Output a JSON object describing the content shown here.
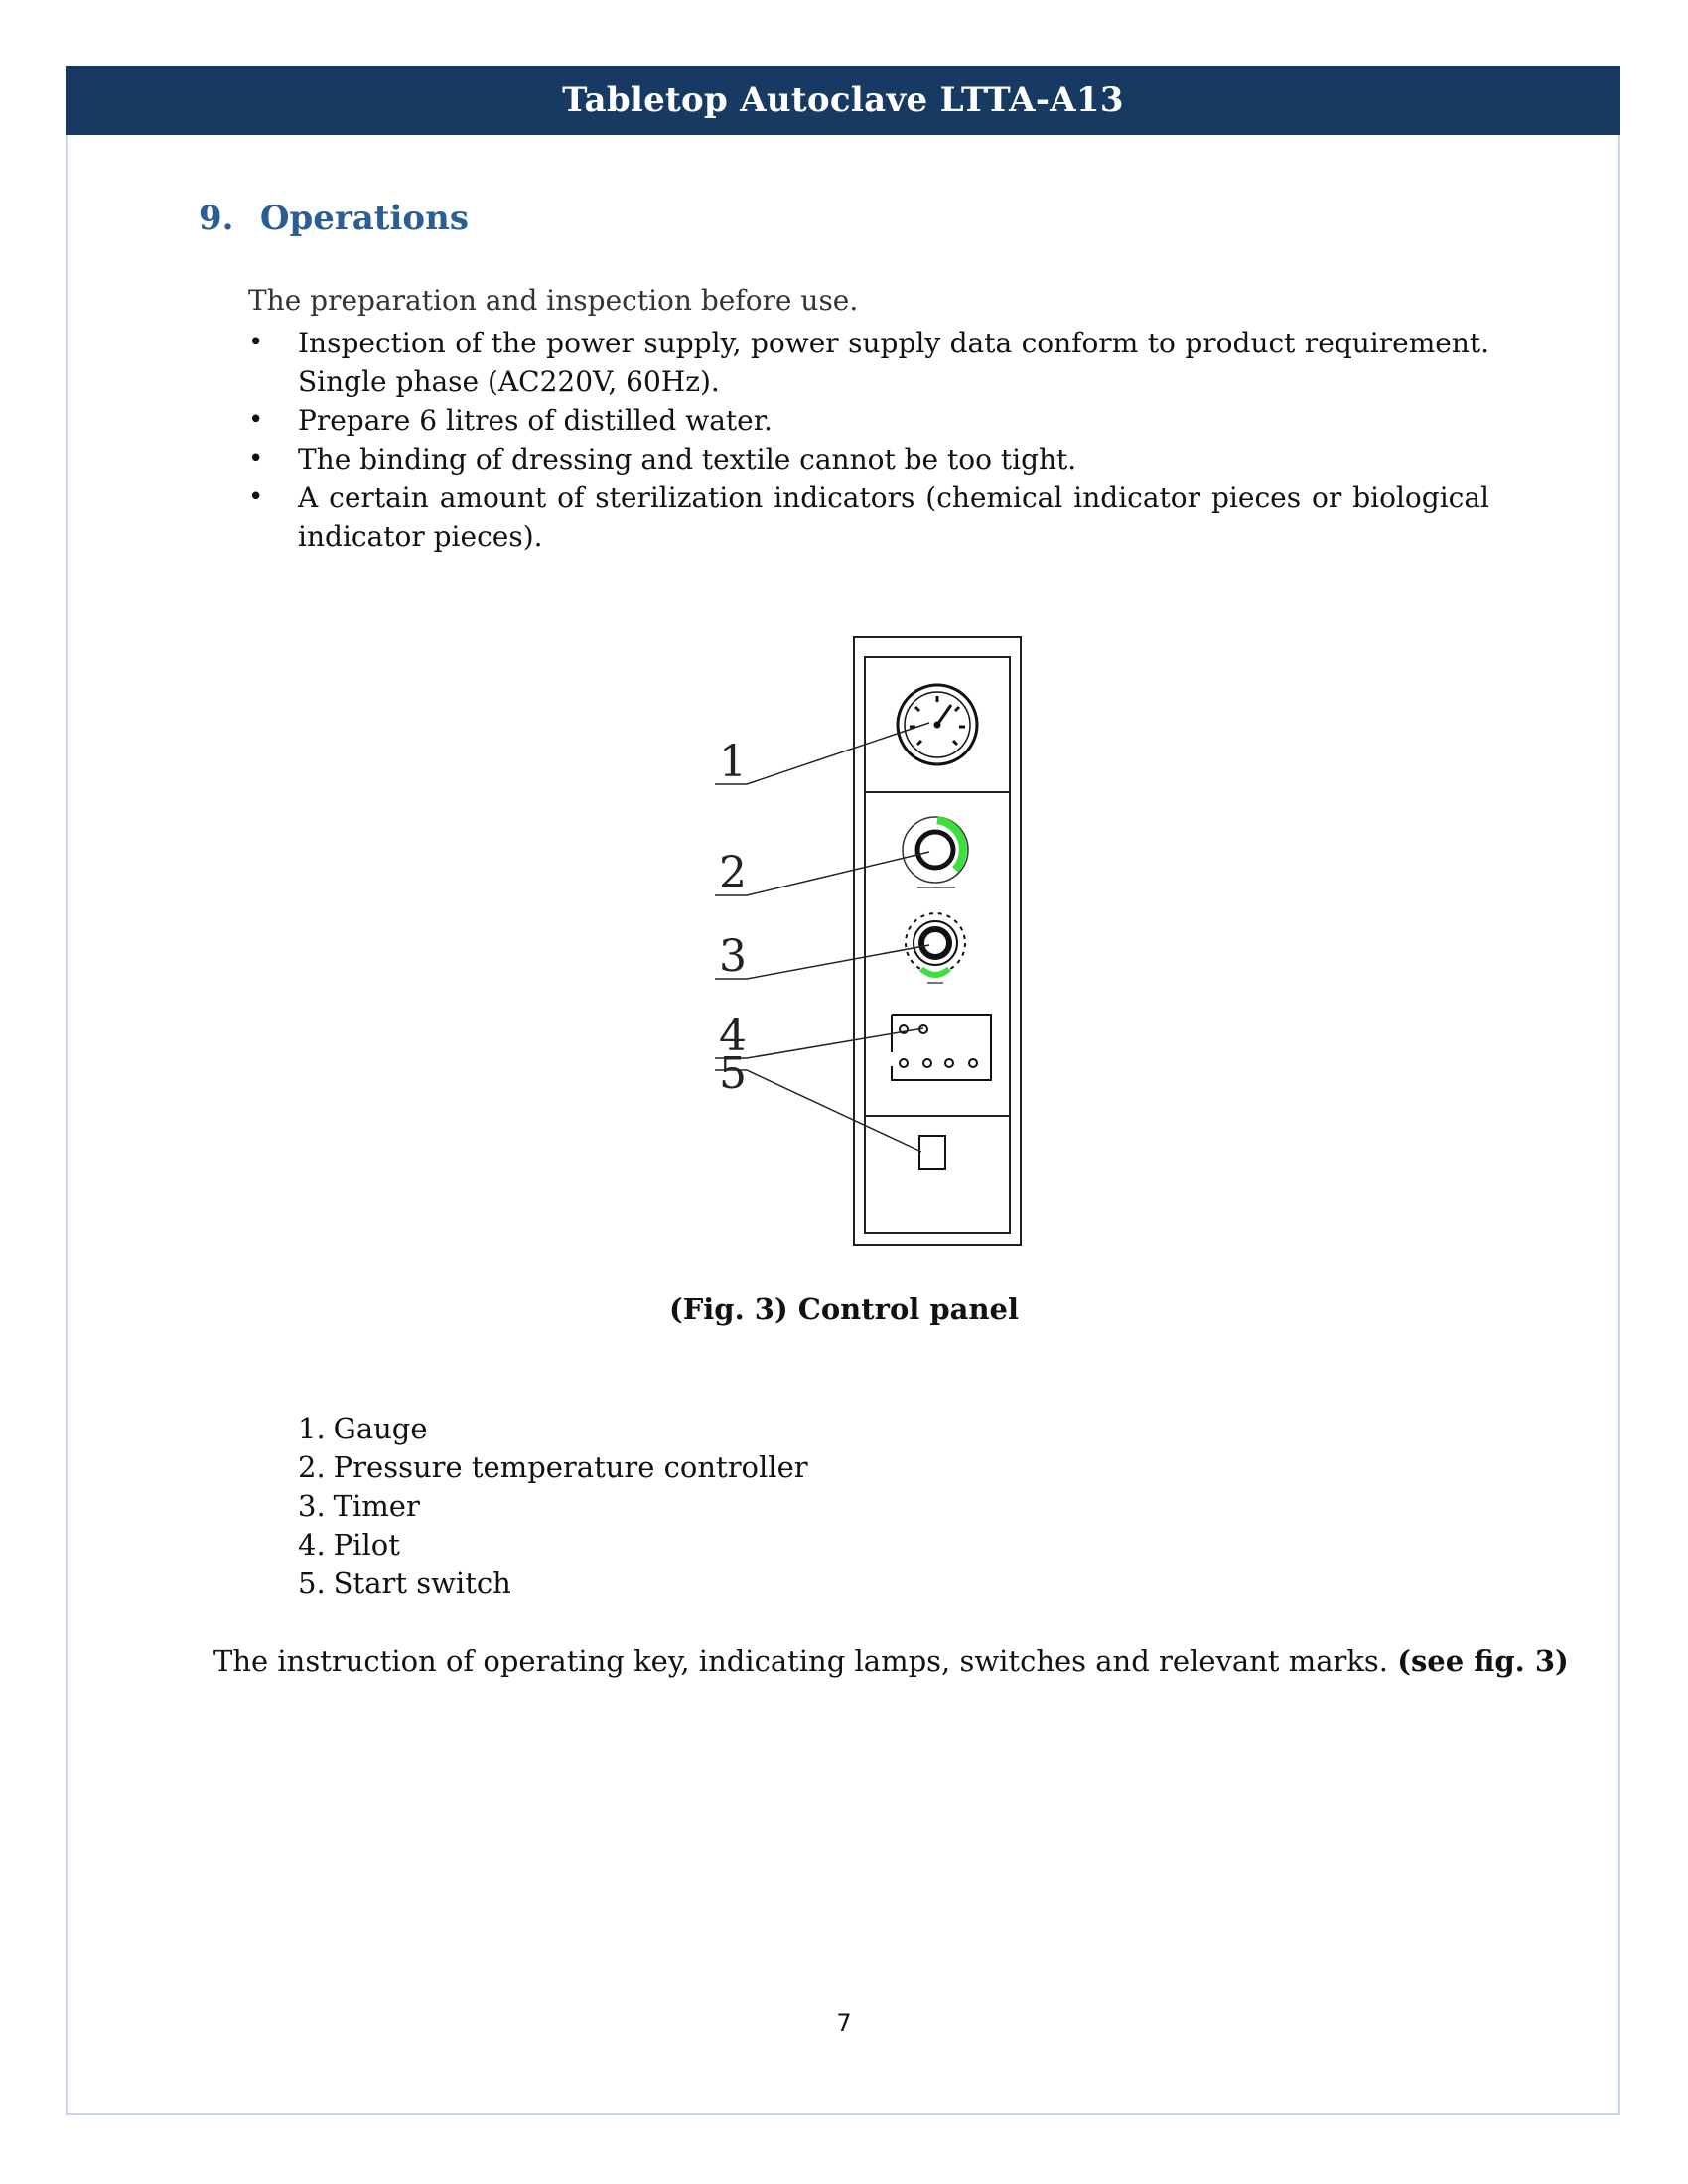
{
  "header": {
    "title": "Tabletop Autoclave LTTA-A13"
  },
  "section": {
    "number": "9.",
    "title": "Operations"
  },
  "intro": "The preparation and inspection before use.",
  "bullets": [
    "Inspection of the power supply, power supply data conform to product requirement. Single phase (AC220V, 60Hz).",
    "Prepare 6 litres of distilled water.",
    "The binding of dressing and textile cannot be too tight.",
    "A certain amount of sterilization indicators (chemical indicator pieces or biological indicator pieces)."
  ],
  "figure": {
    "callouts": [
      "1",
      "2",
      "3",
      "4",
      "5"
    ],
    "caption": "(Fig. 3) Control panel",
    "accent_color": "#3be03b"
  },
  "legend": [
    {
      "num": "1.",
      "label": "Gauge"
    },
    {
      "num": "2.",
      "label": "Pressure temperature controller"
    },
    {
      "num": "3.",
      "label": "Timer"
    },
    {
      "num": "4.",
      "label": "Pilot"
    },
    {
      "num": "5.",
      "label": "Start switch"
    }
  ],
  "closing": {
    "text": "The instruction of operating key, indicating lamps, switches and relevant marks.",
    "reference": "(see fig. 3)"
  },
  "page_number": "7"
}
